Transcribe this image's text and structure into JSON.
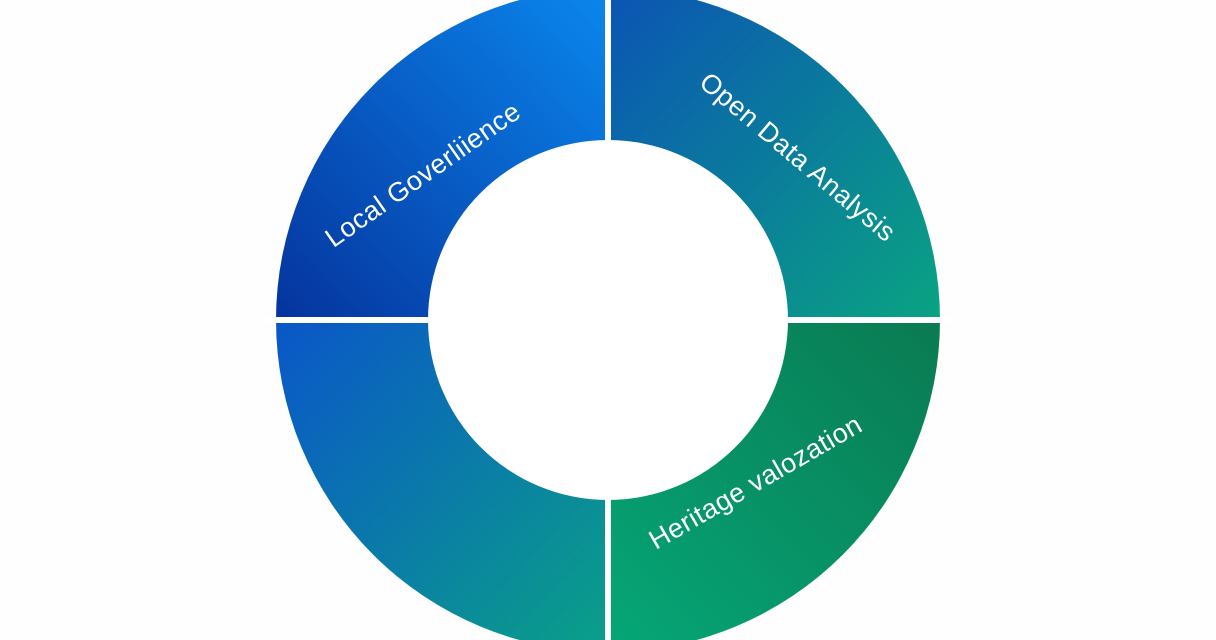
{
  "diagram": {
    "type": "cycle-ring",
    "segments": [
      {
        "label": "Local Goverliience",
        "gradient": [
          "#0539a2",
          "#0a86ec"
        ]
      },
      {
        "label": "Open Data Analysis",
        "gradient": [
          "#0b5cb2",
          "#0aa183"
        ]
      },
      {
        "label": "Heritage valozation",
        "gradient": [
          "#05a574",
          "#0a7c52"
        ]
      },
      {
        "label": "",
        "gradient": [
          "#0a5bc9",
          "#0a9e8a"
        ]
      }
    ]
  }
}
